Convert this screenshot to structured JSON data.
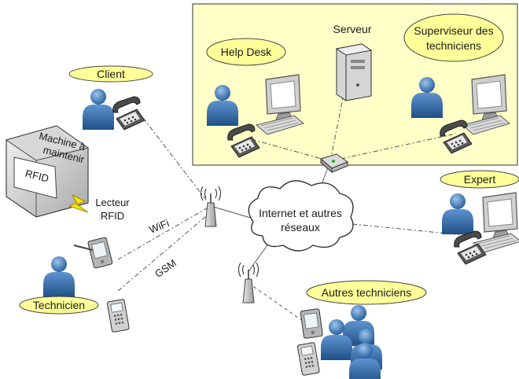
{
  "labels": {
    "client": "Client",
    "help_desk": "Help Desk",
    "serveur": "Serveur",
    "superviseur_line1": "Superviseur des",
    "superviseur_line2": "techniciens",
    "machine_line1": "Machine à",
    "machine_line2": "maintenir",
    "rfid": "RFID",
    "lecteur_line1": "Lecteur",
    "lecteur_line2": "RFID",
    "wifi": "WiFi",
    "gsm": "GSM",
    "internet_line1": "Internet et autres",
    "internet_line2": "réseaux",
    "expert": "Expert",
    "technicien": "Technicien",
    "autres_techniciens": "Autres techniciens"
  },
  "colors": {
    "zone_fill": "#ffffc8",
    "label_fill": "#ffff99",
    "person": "#2f6aa8",
    "link": "#555555"
  },
  "icons": [
    "person-icon",
    "telephone-icon",
    "computer-icon",
    "server-icon",
    "router-icon",
    "antenna-icon",
    "pda-icon",
    "mobile-phone-icon",
    "cloud-icon",
    "rfid-machine-icon",
    "lightning-icon"
  ]
}
